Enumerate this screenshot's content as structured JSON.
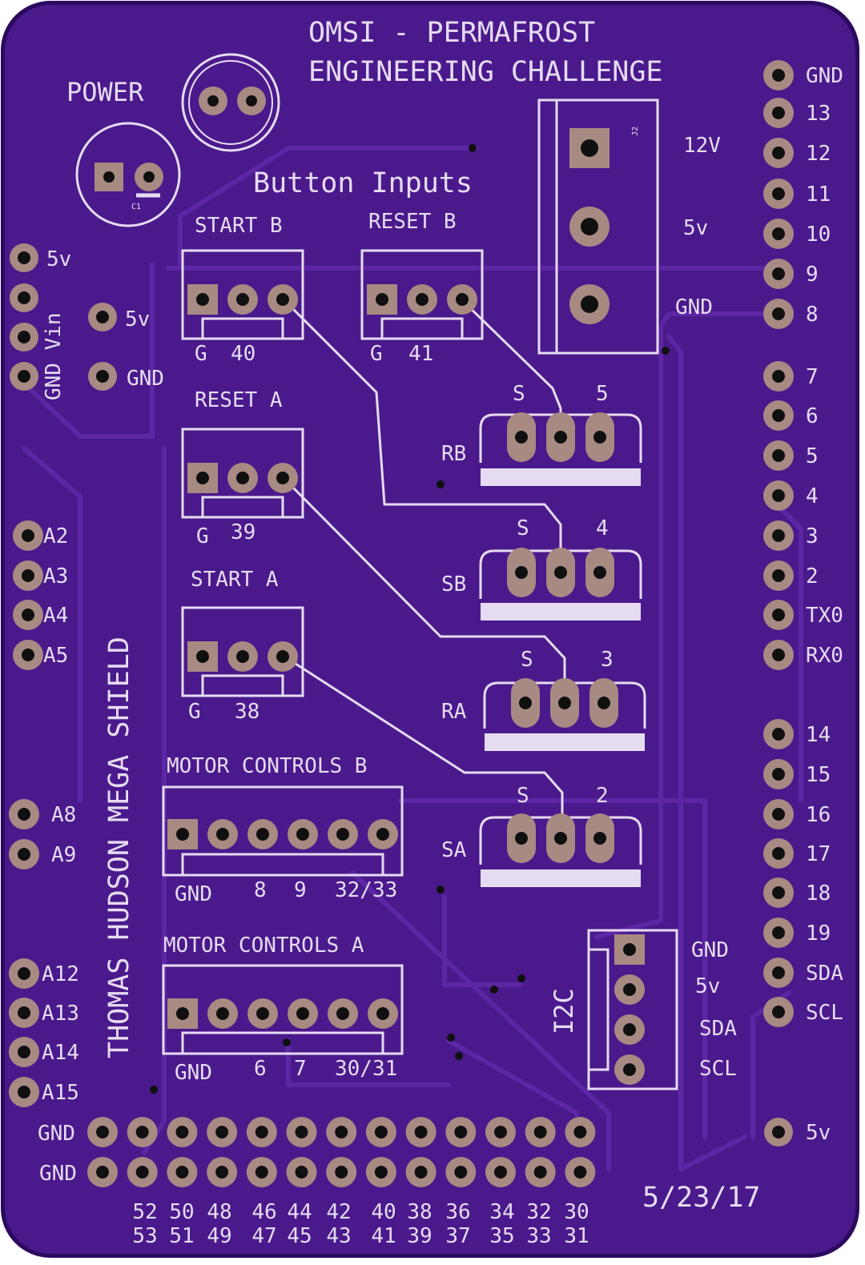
{
  "colors": {
    "board": "#4a1a8c",
    "edge": "#2c0a60",
    "trace": "#5c26a4",
    "silk": "#e6dcf2",
    "copper": "#a78a82",
    "drill": "#101010"
  },
  "title": {
    "line1": "OMSI - PERMAFROST",
    "line2": "ENGINEERING CHALLENGE"
  },
  "labels": {
    "power": "POWER",
    "c1": "C1",
    "j2": "J2",
    "button_inputs": "Button Inputs",
    "start_b": "START B",
    "reset_b": "RESET B",
    "reset_a": "RESET A",
    "start_a": "START A",
    "g40_g": "G",
    "g40_n": "40",
    "g41_g": "G",
    "g41_n": "41",
    "g39_g": "G",
    "g39_n": "39",
    "g38_g": "G",
    "g38_n": "38",
    "power_12v": "12V",
    "power_5v": "5v",
    "power_gnd": "GND",
    "sw_s": "S",
    "sw_rb_pin": "5",
    "sw_rb": "RB",
    "sw_sb_pin": "4",
    "sw_sb": "SB",
    "sw_ra_pin": "3",
    "sw_ra": "RA",
    "sw_sa_pin": "2",
    "sw_sa": "SA",
    "motor_b": "MOTOR CONTROLS B",
    "motor_a": "MOTOR CONTROLS A",
    "mb_gnd": "GND",
    "mb_8": "8",
    "mb_9": "9",
    "mb_32": "32/33",
    "ma_gnd": "GND",
    "ma_6": "6",
    "ma_7": "7",
    "ma_30": "30/31",
    "i2c": "I2C",
    "i2c_gnd": "GND",
    "i2c_5v": "5v",
    "i2c_sda": "SDA",
    "i2c_scl": "SCL",
    "shield_name": "THOMAS HUDSON MEGA SHIELD",
    "date": "5/23/17",
    "left_5v": "5v",
    "left_gnd_vin": "GND Vin",
    "mid_5v": "5v",
    "mid_gnd": "GND",
    "bottom_gnd_1": "GND",
    "bottom_gnd_2": "GND",
    "right_5v": "5v"
  },
  "left_analog_pins": [
    "A2",
    "A3",
    "A4",
    "A5",
    "A8",
    "A9",
    "A12",
    "A13",
    "A14",
    "A15"
  ],
  "right_pins": [
    "GND",
    "13",
    "12",
    "11",
    "10",
    "9",
    "8",
    "7",
    "6",
    "5",
    "4",
    "3",
    "2",
    "TX0",
    "RX0",
    "14",
    "15",
    "16",
    "17",
    "18",
    "19",
    "SDA",
    "SCL"
  ],
  "bottom_pins_row1": [
    "52",
    "50",
    "48",
    "46",
    "44",
    "42",
    "40",
    "38",
    "36",
    "34",
    "32",
    "30"
  ],
  "bottom_pins_row2": [
    "53",
    "51",
    "49",
    "47",
    "45",
    "43",
    "41",
    "39",
    "37",
    "35",
    "33",
    "31"
  ]
}
